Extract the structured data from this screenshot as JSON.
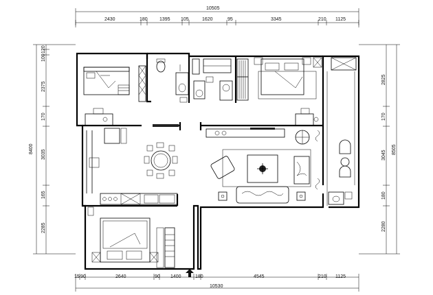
{
  "dimensions": {
    "top_total": "10505",
    "top_segments": [
      "2430",
      "180",
      "1395",
      "105",
      "1620",
      "95",
      "3345",
      "210",
      "1125"
    ],
    "bottom_total": "10530",
    "bottom_segments": [
      "15",
      "90",
      "2640",
      "90",
      "1400",
      "180",
      "4545",
      "210",
      "1125"
    ],
    "left_total": "8400",
    "left_segments": [
      "120",
      "100",
      "2375",
      "170",
      "3035",
      "165",
      "2285"
    ],
    "right_total": "8505",
    "right_segments": [
      "2825",
      "170",
      "3045",
      "180",
      "2280"
    ]
  },
  "colors": {
    "line": "#000000",
    "background": "#ffffff",
    "dark_fill": "#222222"
  },
  "icons": [
    "bed-icon",
    "sofa-icon",
    "dining-table-icon",
    "toilet-icon",
    "sink-icon",
    "entrance-arrow-icon",
    "armchair-icon",
    "plant-icon"
  ]
}
